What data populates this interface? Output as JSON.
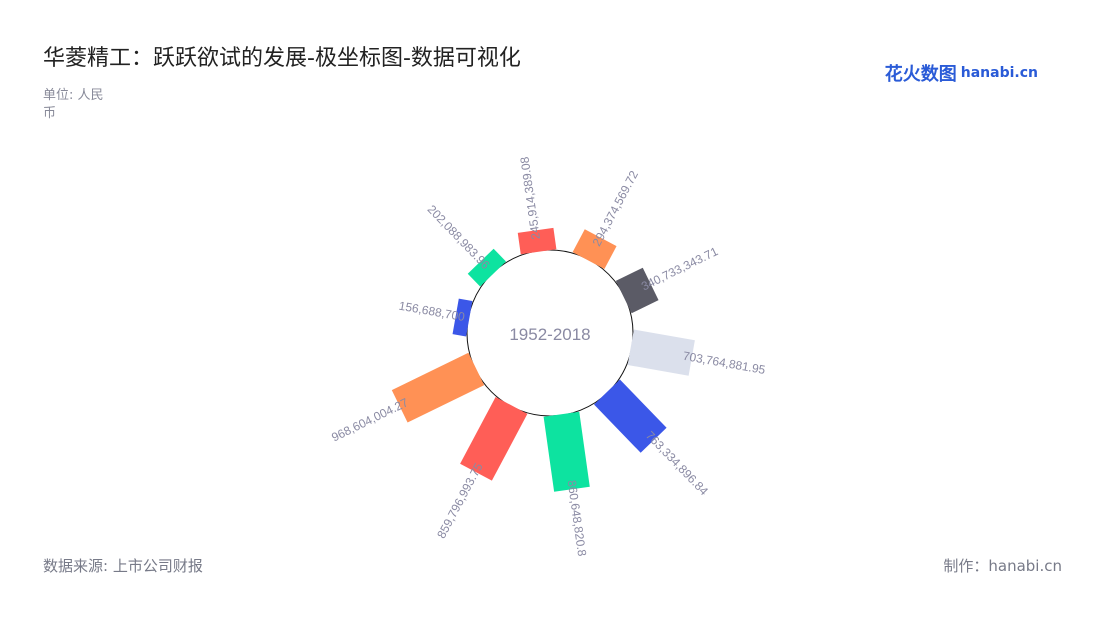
{
  "title": "华菱精工：跃跃欲试的发展-极坐标图-数据可视化",
  "unit": "单位: 人民币",
  "source": "数据来源: 上市公司财报",
  "maker": "制作：hanabi.cn",
  "logo": {
    "cn": "花火数图",
    "en": "hanabi.cn"
  },
  "chart_data": {
    "type": "bar",
    "subtype": "polar",
    "center_label": "1952-2018",
    "value_labels": [
      "245,914,389.08",
      "294,374,569.72",
      "340,733,343.71",
      "703,764,881.95",
      "763,334,896.84",
      "860,648,820.8",
      "859,796,993.75",
      "968,604,004.27",
      "156,688,700",
      "202,088,983.96"
    ],
    "values": [
      245914389.08,
      294374569.72,
      340733343.71,
      703764881.95,
      763334896.84,
      860648820.8,
      859796993.75,
      968604004.27,
      156688700,
      202088983.96
    ],
    "colors": [
      "#ff5e57",
      "#ff9155",
      "#5b5b66",
      "#dbe0ec",
      "#3b57e8",
      "#0de3a0",
      "#ff5e57",
      "#ff9155",
      "#3b57e8",
      "#0de3a0"
    ],
    "label_color": "#8a8aa3"
  }
}
